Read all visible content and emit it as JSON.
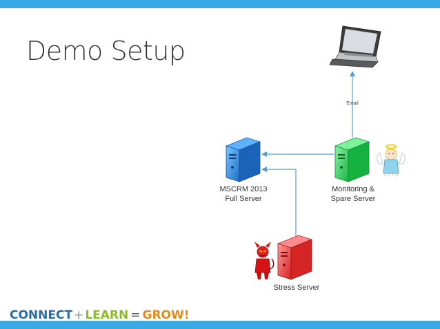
{
  "slide": {
    "title": "Demo Setup"
  },
  "nodes": {
    "laptop": {
      "icon": "laptop-icon"
    },
    "email_label": "Email",
    "crm_server": {
      "label_line1": "MSCRM 2013",
      "label_line2": "Full Server",
      "color": "#2f8ee0"
    },
    "monitor_server": {
      "label_line1": "Monitoring &",
      "label_line2": "Spare Server",
      "color": "#27d15a"
    },
    "stress_server": {
      "label": "Stress Server",
      "color": "#ea3a3a"
    },
    "angel": {
      "icon": "angel-icon"
    },
    "devil": {
      "icon": "devil-icon"
    }
  },
  "footer": {
    "connect": "CONNECT",
    "plus": "+",
    "learn": "LEARN",
    "equals": "=",
    "grow": "GROW!"
  },
  "colors": {
    "accent_bar": "#3aa8e4",
    "connector": "#5b9bd5"
  }
}
